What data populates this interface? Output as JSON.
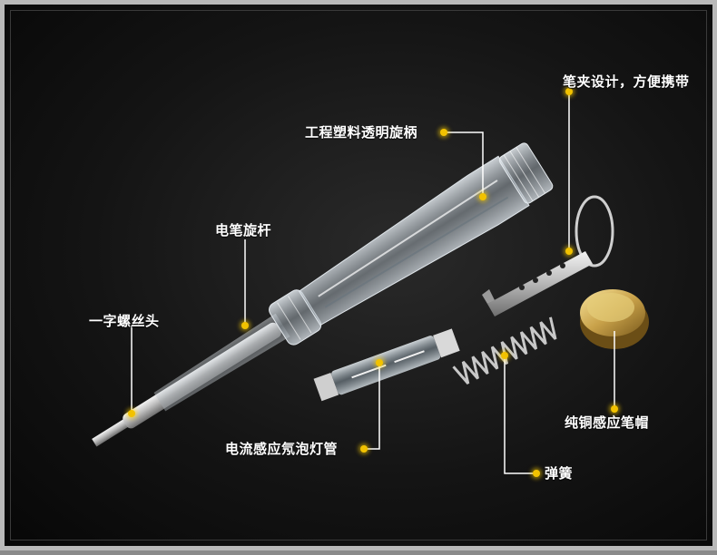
{
  "callouts": {
    "pen_clip": "笔夹设计，方便携带",
    "handle": "工程塑料透明旋柄",
    "shaft": "电笔旋杆",
    "tip": "一字螺丝头",
    "neon_tube": "电流感应氖泡灯管",
    "spring": "弹簧",
    "cap": "纯铜感应笔帽"
  },
  "colors": {
    "accent": "#f2c200",
    "background": "#141414",
    "border": "#b9b9b9"
  }
}
